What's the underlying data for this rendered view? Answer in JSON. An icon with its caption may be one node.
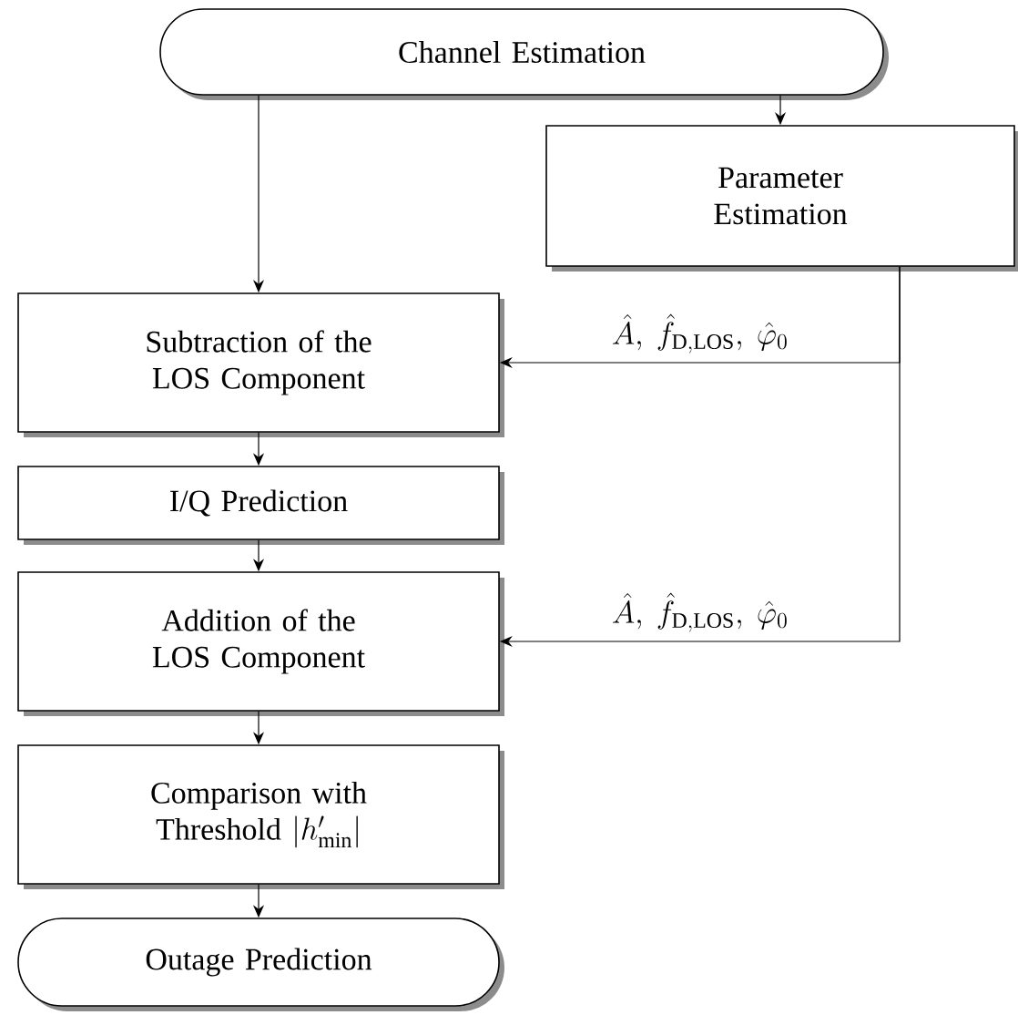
{
  "diagram": {
    "nodes": [
      {
        "text": [
          "Channel Estimation"
        ]
      },
      {
        "text": [
          "Parameter Estimation"
        ]
      },
      {
        "text": [
          "Subtraction of the LOS Component"
        ]
      },
      {
        "text": [
          "I/Q Prediction"
        ]
      },
      {
        "text": [
          "Addition of the LOS Component"
        ]
      },
      {
        "text": [
          "Comparison with Threshold",
          "|h'_{\\mathrm{min}}|"
        ]
      },
      {
        "text": [
          "Outage Prediction"
        ]
      }
    ],
    "edges": [
      {
        "from": 0,
        "to": 2,
        "arrow": "to"
      },
      {
        "from": 0,
        "to": 1,
        "arrow": "to"
      },
      {
        "from": 1,
        "to": 2,
        "arrow": "to",
        "label": "\\hat{A},\\ \\hat{f}_{\\mathrm{D,LOS}},\\ \\hat{\\varphi}_0"
      },
      {
        "from": 2,
        "to": 3,
        "arrow": "to"
      },
      {
        "from": 3,
        "to": 4,
        "arrow": "to"
      },
      {
        "from": 1,
        "to": 4,
        "arrow": "to",
        "label": "\\hat{A},\\ \\hat{f}_{\\mathrm{D,LOS}},\\ \\hat{\\varphi}_0"
      },
      {
        "from": 4,
        "to": 5,
        "arrow": "to"
      },
      {
        "from": 5,
        "to": 6,
        "arrow": "to"
      }
    ]
  }
}
